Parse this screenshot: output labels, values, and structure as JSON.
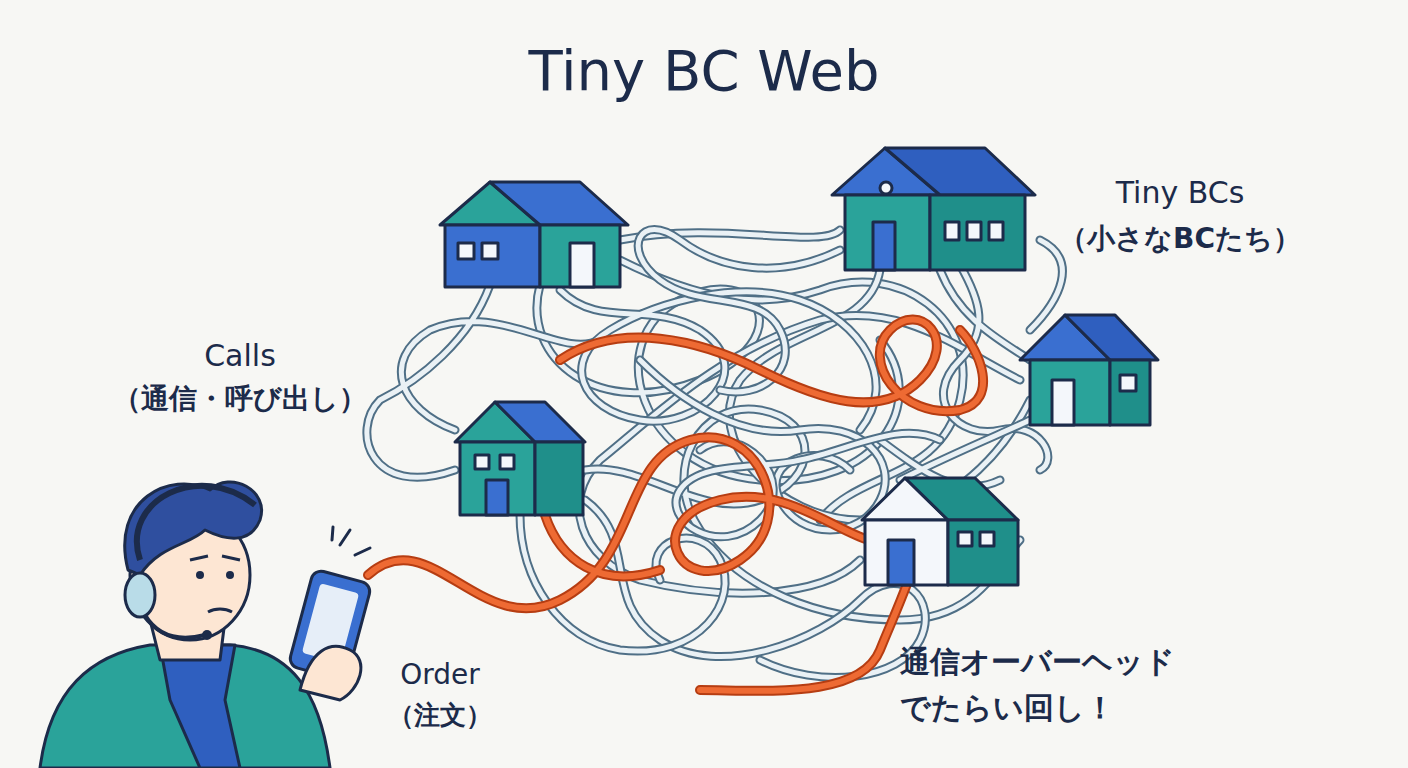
{
  "diagram": {
    "title": "Tiny BC Web",
    "labels": [
      "Tiny BCs",
      "（小さなBCたち）",
      "Calls",
      "（通信・呼び出し）",
      "Order",
      "（注文）",
      "通信オーバーヘッド",
      "でたらい回し！"
    ]
  }
}
